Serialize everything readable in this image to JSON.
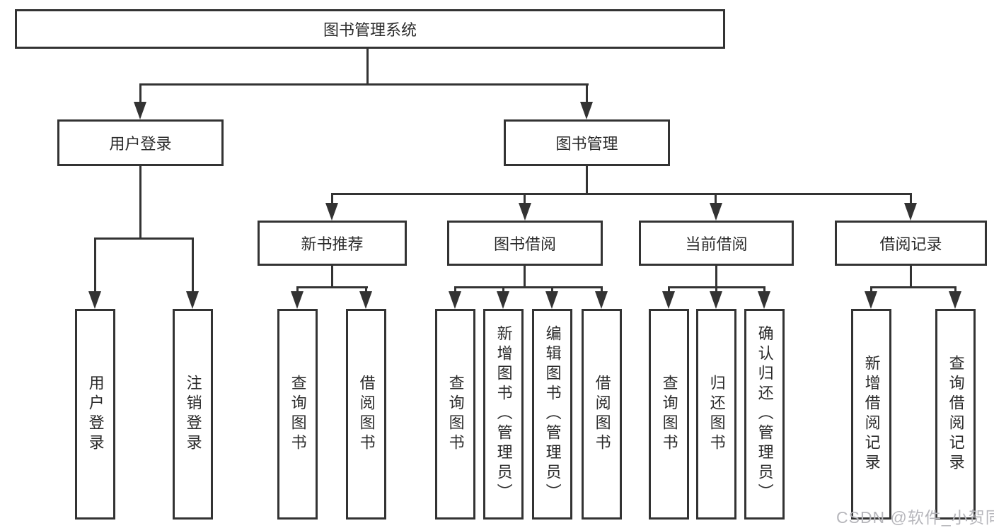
{
  "diagram_type": "hierarchy-tree",
  "tree": {
    "root": "图书管理系统",
    "level2": [
      {
        "label": "用户登录",
        "children": [
          "用户登录",
          "注销登录"
        ]
      },
      {
        "label": "图书管理",
        "children": [
          {
            "label": "新书推荐",
            "children": [
              "查询图书",
              "借阅图书"
            ]
          },
          {
            "label": "图书借阅",
            "children": [
              "查询图书",
              "新增图书（管理员）",
              "编辑图书（管理员）",
              "借阅图书"
            ]
          },
          {
            "label": "当前借阅",
            "children": [
              "查询图书",
              "归还图书",
              "确认归还（管理员）"
            ]
          },
          {
            "label": "借阅记录",
            "children": [
              "新增借阅记录",
              "查询借阅记录"
            ]
          }
        ]
      }
    ]
  },
  "watermark": "CSDN @软件_小贺同学",
  "colors": {
    "line": "#333333",
    "text": "#2b2b2b",
    "background": "#ffffff",
    "watermark": "#b6b6bb"
  }
}
